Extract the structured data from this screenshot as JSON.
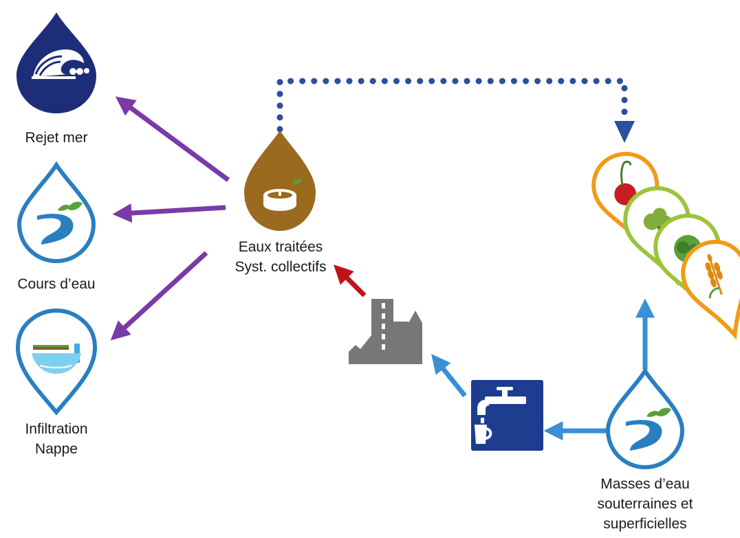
{
  "nodes": {
    "rejet_mer": {
      "label": "Rejet mer",
      "icon": "wave-icon",
      "color": "#1e2d78"
    },
    "cours_eau": {
      "label": "Cours d’eau",
      "icon": "river-leaf-icon",
      "color": "#2a7fc1"
    },
    "infiltration": {
      "line1": "Infiltration",
      "line2": "Nappe",
      "icon": "groundwater-icon",
      "color": "#2a7fc1"
    },
    "eaux_traitees": {
      "line1": "Eaux traitées",
      "line2": "Syst. collectifs",
      "icon": "treatment-basin-icon",
      "color": "#9a6a1e"
    },
    "city": {
      "icon": "city-icon",
      "color": "#777777"
    },
    "tap": {
      "icon": "drinking-water-tap-icon",
      "color": "#1d3d8f"
    },
    "masses_eau": {
      "line1": "Masses d’eau",
      "line2": "souterraines et",
      "line3": "superficielles",
      "icon": "river-leaf-icon",
      "color": "#2a7fc1"
    },
    "crops": {
      "icons": [
        "cherry-icon",
        "tree-icon",
        "lettuce-icon",
        "wheat-icon"
      ],
      "colors": [
        "#f29a17",
        "#9bc43b",
        "#9bc43b",
        "#f29a17"
      ]
    }
  },
  "arrows": {
    "discharge_color": "#7a3aa8",
    "treatment_color": "#c0121a",
    "supply_color": "#3a8fd6",
    "reuse_color": "#2c4f9e"
  }
}
